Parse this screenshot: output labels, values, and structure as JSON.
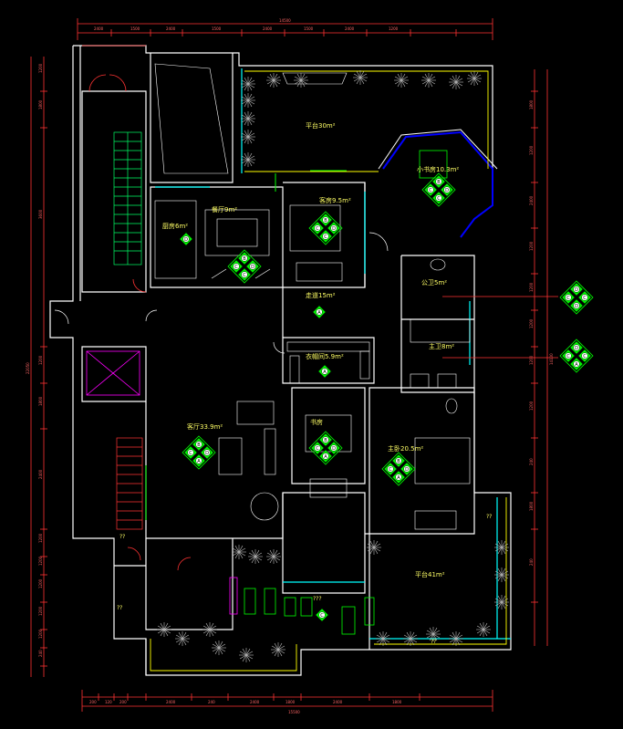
{
  "colors": {
    "background": "#000000",
    "wall": "#ffffff",
    "window": "#00ffff",
    "dimension": "#ff3333",
    "label": "#ffff66",
    "socket_fill": "#00ff00",
    "socket_stroke": "#002200",
    "stair": "#00ff66",
    "door": "#ff3333",
    "balcony": "#ffff00",
    "shaft": "#ff00ff",
    "plant": "#bbbbbb",
    "bay": "#0000ff"
  },
  "rooms": {
    "terrace_top": "平台30m²",
    "small_study": "小书房10.3m²",
    "kitchen": "厨房6m²",
    "dining": "餐厅9m²",
    "guest_bed": "客房9.5m²",
    "public_wc": "公卫5m²",
    "corridor": "走道15m²",
    "master_wc": "主卫8m²",
    "cloakroom": "衣帽间5.9m²",
    "living": "客厅33.9m²",
    "study": "书房",
    "master_bed": "主卧20.5m²",
    "terrace_bottom": "平台41m²"
  },
  "marks": {
    "q1": "??",
    "q2": "??",
    "q3": "???",
    "q4": "??",
    "q5": "??"
  },
  "dimensions": {
    "top_total": "14500",
    "bottom_total": "15500",
    "top_segments": [
      "2400",
      "1500",
      "2400",
      "1500",
      "2400",
      "1500",
      "2400",
      "1200"
    ],
    "bottom_segments": [
      "200",
      "120",
      "200",
      "2400",
      "240",
      "2400",
      "1800",
      "2400",
      "1800"
    ],
    "left_total": "22050",
    "left_segments": [
      "1200",
      "1800",
      "3600",
      "1200",
      "1800",
      "2400",
      "1200",
      "1200",
      "1200",
      "1200",
      "1200",
      "240"
    ],
    "right_total": "14100",
    "right_segments": [
      "1800",
      "1200",
      "2400",
      "1200",
      "1200",
      "1200",
      "1200",
      "1200",
      "240",
      "1800",
      "240"
    ]
  },
  "sockets": [
    {
      "id": "study-sockets",
      "letters": [
        "B",
        "C",
        "D",
        "C"
      ]
    },
    {
      "id": "kitchen-socket",
      "letters": [
        "D"
      ]
    },
    {
      "id": "dining-sockets",
      "letters": [
        "B",
        "C",
        "D",
        "C"
      ]
    },
    {
      "id": "guest-sockets",
      "letters": [
        "B",
        "C",
        "D",
        "C"
      ]
    },
    {
      "id": "corridor-socket",
      "letters": [
        "A"
      ]
    },
    {
      "id": "cloak-socket",
      "letters": [
        "A"
      ]
    },
    {
      "id": "living-sockets",
      "letters": [
        "B",
        "C",
        "D",
        "A"
      ]
    },
    {
      "id": "study2-sockets",
      "letters": [
        "B",
        "C",
        "D",
        "A"
      ]
    },
    {
      "id": "master-sockets",
      "letters": [
        "B",
        "C",
        "D",
        "A"
      ]
    },
    {
      "id": "terrace-socket",
      "letters": [
        "C"
      ]
    },
    {
      "id": "legend-1",
      "letters": [
        "D",
        "C",
        "C",
        "D"
      ]
    },
    {
      "id": "legend-2",
      "letters": [
        "D",
        "C",
        "C",
        "A"
      ]
    }
  ]
}
